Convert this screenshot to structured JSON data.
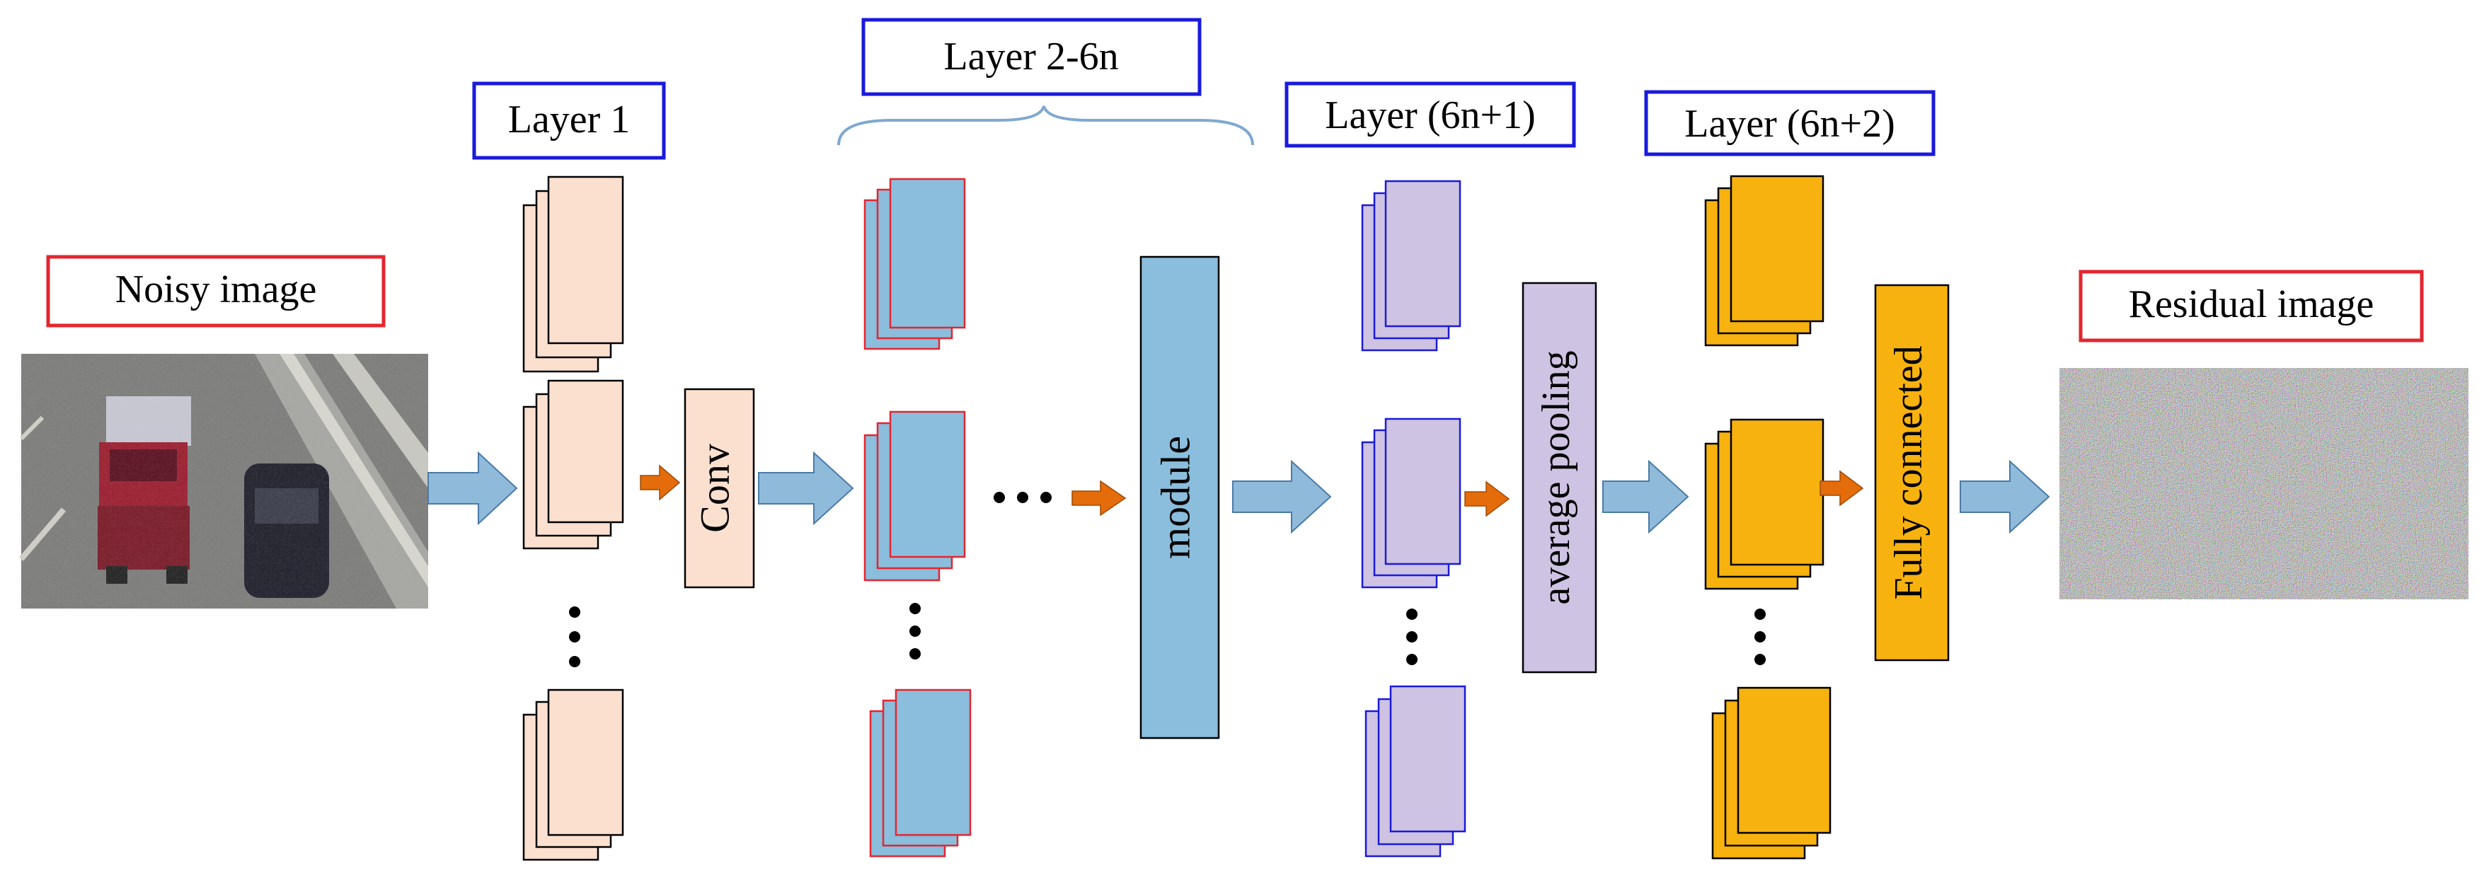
{
  "labels": {
    "noisy_image": "Noisy image",
    "layer1": "Layer 1",
    "layer2_6n": "Layer 2-6n",
    "layer_6n1": "Layer (6n+1)",
    "layer_6n2": "Layer (6n+2)",
    "residual_image": "Residual image"
  },
  "blocks": {
    "conv": "Conv",
    "module": "module",
    "average_pooling": "average pooling",
    "fully_connected": "Fully connected"
  },
  "colors": {
    "red_border": "#e3262f",
    "blue_border": "#1a1adb",
    "layer1_fill": "#fce0cf",
    "layer2_fill": "#8bbddc",
    "layer61_fill": "#cfc3e3",
    "layer62_fill": "#f7b20f",
    "arrow_blue": "#8fbad9",
    "arrow_orange": "#e46c0a",
    "brace": "#7fa8d0"
  }
}
